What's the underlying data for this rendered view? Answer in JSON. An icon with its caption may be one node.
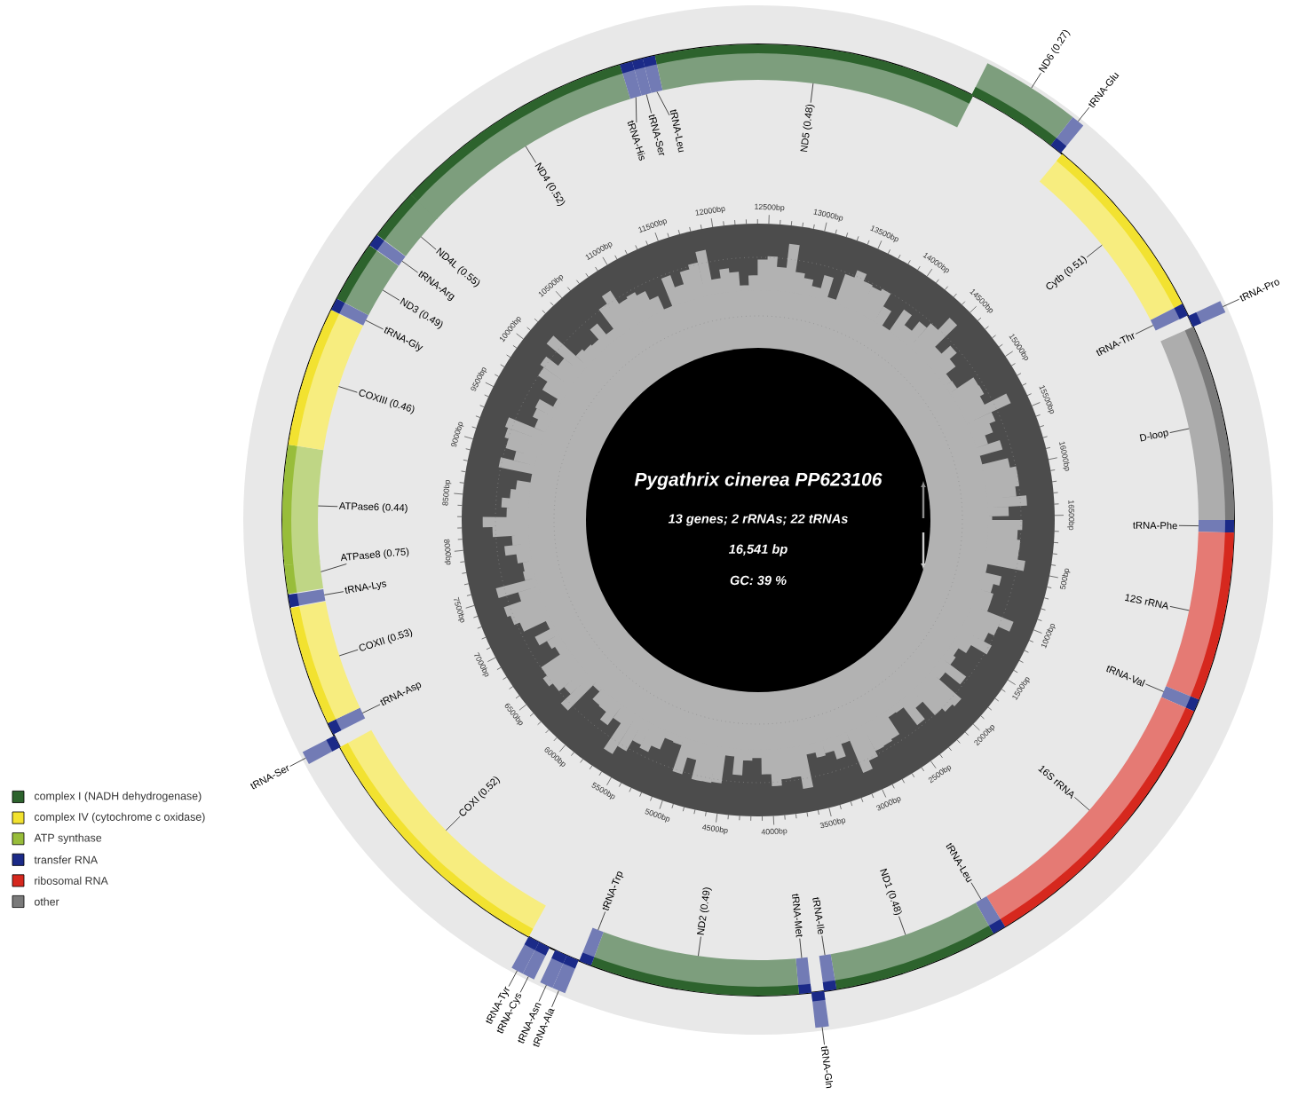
{
  "diagram": {
    "title": "Pygathrix cinerea PP623106",
    "nodes": [
      {
        "text": [
          "tRNA-Phe"
        ]
      },
      {
        "text": [
          "12S rRNA"
        ]
      },
      {
        "text": [
          "tRNA-Val"
        ]
      },
      {
        "text": [
          "16S rRNA"
        ]
      },
      {
        "text": [
          "tRNA-Leu"
        ]
      },
      {
        "text": [
          "ND1 (0.48)"
        ]
      },
      {
        "text": [
          "tRNA-Ile"
        ]
      },
      {
        "text": [
          "tRNA-Gln"
        ]
      },
      {
        "text": [
          "tRNA-Met"
        ]
      },
      {
        "text": [
          "ND2 (0.49)"
        ]
      },
      {
        "text": [
          "tRNA-Trp"
        ]
      },
      {
        "text": [
          "tRNA-Ala"
        ]
      },
      {
        "text": [
          "tRNA-Asn"
        ]
      },
      {
        "text": [
          "tRNA-Cys"
        ]
      },
      {
        "text": [
          "tRNA-Tyr"
        ]
      },
      {
        "text": [
          "COXI (0.52)"
        ]
      },
      {
        "text": [
          "tRNA-Ser"
        ]
      },
      {
        "text": [
          "tRNA-Asp"
        ]
      },
      {
        "text": [
          "COXII (0.53)"
        ]
      },
      {
        "text": [
          "tRNA-Lys"
        ]
      },
      {
        "text": [
          "ATPase8 (0.75)"
        ]
      },
      {
        "text": [
          "ATPase6 (0.44)"
        ]
      },
      {
        "text": [
          "COXIII (0.46)"
        ]
      },
      {
        "text": [
          "tRNA-Gly"
        ]
      },
      {
        "text": [
          "ND3 (0.49)"
        ]
      },
      {
        "text": [
          "tRNA-Arg"
        ]
      },
      {
        "text": [
          "ND4L (0.55)"
        ]
      },
      {
        "text": [
          "ND4 (0.52)"
        ]
      },
      {
        "text": [
          "tRNA-His"
        ]
      },
      {
        "text": [
          "tRNA-Ser"
        ]
      },
      {
        "text": [
          "tRNA-Leu"
        ]
      },
      {
        "text": [
          "ND5 (0.48)"
        ]
      },
      {
        "text": [
          "ND6 (0.27)"
        ]
      },
      {
        "text": [
          "tRNA-Glu"
        ]
      },
      {
        "text": [
          "Cytb (0.51)"
        ]
      },
      {
        "text": [
          "tRNA-Thr"
        ]
      },
      {
        "text": [
          "tRNA-Pro"
        ]
      },
      {
        "text": [
          "D-loop"
        ]
      },
      {
        "text": [],
        "shape": "bar"
      },
      {
        "text": [],
        "shape": "bar"
      },
      {
        "text": [],
        "shape": "bar"
      },
      {
        "text": [],
        "shape": "bar"
      },
      {
        "text": [],
        "shape": "bar"
      },
      {
        "text": [],
        "shape": "bar"
      },
      {
        "text": [],
        "shape": "bar"
      },
      {
        "text": [],
        "shape": "bar"
      },
      {
        "text": [],
        "shape": "bar"
      },
      {
        "text": [],
        "shape": "bar"
      },
      {
        "text": [],
        "shape": "bar"
      },
      {
        "text": [],
        "shape": "bar"
      },
      {
        "text": [],
        "shape": "bar"
      },
      {
        "text": [],
        "shape": "bar"
      },
      {
        "text": [],
        "shape": "bar"
      },
      {
        "text": [],
        "shape": "bar"
      },
      {
        "text": [],
        "shape": "bar"
      },
      {
        "text": [],
        "shape": "bar"
      },
      {
        "text": [],
        "shape": "bar"
      },
      {
        "text": [],
        "shape": "bar"
      },
      {
        "text": [],
        "shape": "bar"
      },
      {
        "text": [],
        "shape": "bar"
      },
      {
        "text": [],
        "shape": "bar"
      },
      {
        "text": [],
        "shape": "bar"
      },
      {
        "text": [],
        "shape": "bar"
      },
      {
        "text": [],
        "shape": "bar"
      },
      {
        "text": [],
        "shape": "bar"
      },
      {
        "text": [],
        "shape": "bar"
      },
      {
        "text": [],
        "shape": "bar"
      },
      {
        "text": [],
        "shape": "bar"
      },
      {
        "text": [],
        "shape": "bar"
      },
      {
        "text": [],
        "shape": "bar"
      },
      {
        "text": [],
        "shape": "bar"
      },
      {
        "text": [],
        "shape": "bar"
      },
      {
        "text": [],
        "shape": "bar"
      },
      {
        "text": [],
        "shape": "bar"
      },
      {
        "text": [],
        "shape": "bar"
      },
      {
        "text": [],
        "shape": "bar"
      }
    ],
    "edges": [
      {
        "from": 0,
        "to": 38,
        "arrow": "none"
      },
      {
        "from": 1,
        "to": 39,
        "arrow": "none"
      },
      {
        "from": 2,
        "to": 40,
        "arrow": "none"
      },
      {
        "from": 3,
        "to": 41,
        "arrow": "none"
      },
      {
        "from": 4,
        "to": 42,
        "arrow": "none"
      },
      {
        "from": 5,
        "to": 43,
        "arrow": "none"
      },
      {
        "from": 6,
        "to": 44,
        "arrow": "none"
      },
      {
        "from": 7,
        "to": 45,
        "arrow": "none"
      },
      {
        "from": 8,
        "to": 46,
        "arrow": "none"
      },
      {
        "from": 9,
        "to": 47,
        "arrow": "none"
      },
      {
        "from": 10,
        "to": 48,
        "arrow": "none"
      },
      {
        "from": 11,
        "to": 49,
        "arrow": "none"
      },
      {
        "from": 12,
        "to": 50,
        "arrow": "none"
      },
      {
        "from": 13,
        "to": 51,
        "arrow": "none"
      },
      {
        "from": 14,
        "to": 52,
        "arrow": "none"
      },
      {
        "from": 15,
        "to": 53,
        "arrow": "none"
      },
      {
        "from": 16,
        "to": 54,
        "arrow": "none"
      },
      {
        "from": 17,
        "to": 55,
        "arrow": "none"
      },
      {
        "from": 18,
        "to": 56,
        "arrow": "none"
      },
      {
        "from": 19,
        "to": 57,
        "arrow": "none"
      },
      {
        "from": 20,
        "to": 58,
        "arrow": "none"
      },
      {
        "from": 21,
        "to": 59,
        "arrow": "none"
      },
      {
        "from": 22,
        "to": 60,
        "arrow": "none"
      },
      {
        "from": 23,
        "to": 61,
        "arrow": "none"
      },
      {
        "from": 24,
        "to": 62,
        "arrow": "none"
      },
      {
        "from": 25,
        "to": 63,
        "arrow": "none"
      },
      {
        "from": 26,
        "to": 64,
        "arrow": "none"
      },
      {
        "from": 27,
        "to": 65,
        "arrow": "none"
      },
      {
        "from": 28,
        "to": 66,
        "arrow": "none"
      },
      {
        "from": 29,
        "to": 67,
        "arrow": "none"
      },
      {
        "from": 30,
        "to": 68,
        "arrow": "none"
      },
      {
        "from": 31,
        "to": 69,
        "arrow": "none"
      },
      {
        "from": 32,
        "to": 70,
        "arrow": "none"
      },
      {
        "from": 33,
        "to": 71,
        "arrow": "none"
      },
      {
        "from": 34,
        "to": 72,
        "arrow": "none"
      },
      {
        "from": 35,
        "to": 73,
        "arrow": "none"
      },
      {
        "from": 36,
        "to": 74,
        "arrow": "none"
      },
      {
        "from": 37,
        "to": 75,
        "arrow": "none"
      }
    ],
    "labels": [
      "13 genes; 2 rRNAs; 22 tRNAs",
      "16,541 bp",
      "GC: 39 %",
      "500bp",
      "1000bp",
      "1500bp",
      "2000bp",
      "2500bp",
      "3000bp",
      "3500bp",
      "4000bp",
      "4500bp",
      "5000bp",
      "5500bp",
      "6000bp",
      "6500bp",
      "7000bp",
      "7500bp",
      "8000bp",
      "8500bp",
      "9000bp",
      "9500bp",
      "10000bp",
      "10500bp",
      "11000bp",
      "11500bp",
      "12000bp",
      "12500bp",
      "13000bp",
      "13500bp",
      "14000bp",
      "14500bp",
      "15000bp",
      "15500bp",
      "16000bp",
      "16500bp"
    ],
    "legend": [
      {
        "text": "complex I (NADH dehydrogenase)",
        "color": "#2d632d"
      },
      {
        "text": "complex IV (cytochrome c oxidase)",
        "color": "#f2e230"
      },
      {
        "text": "ATP synthase",
        "color": "#98bd3a"
      },
      {
        "text": "transfer RNA",
        "color": "#1b2a88"
      },
      {
        "text": "ribosomal RNA",
        "color": "#d6281e"
      },
      {
        "text": "other",
        "color": "#7a7a7a"
      }
    ]
  }
}
